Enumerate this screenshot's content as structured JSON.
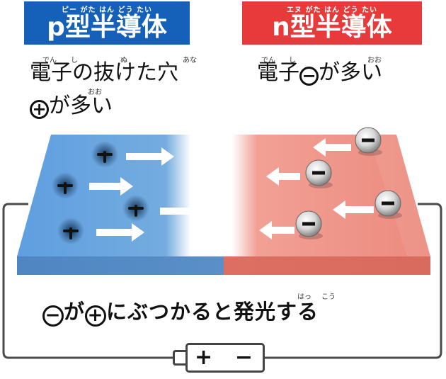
{
  "p_banner": {
    "ruby": "ピー がた はん どう たい",
    "title": "p型半導体"
  },
  "n_banner": {
    "ruby": "エヌ がた はん どう たい",
    "title": "n型半導体"
  },
  "p_desc": {
    "ruby_den": "でん",
    "ruby_shi": "し",
    "ruby_nu": "ぬ",
    "ruby_ana": "あな",
    "ruby_oo": "おお",
    "line1": "電子の抜けた穴",
    "plus_symbol": "+",
    "line2": "が多い"
  },
  "n_desc": {
    "ruby_den": "でん",
    "ruby_shi": "し",
    "ruby_oo": "おお",
    "text_a": "電子",
    "minus_symbol": "−",
    "text_b": "が多い"
  },
  "message": {
    "minus_symbol": "−",
    "part1": "が",
    "plus_symbol": "+",
    "part2": "にぶつかると発光する",
    "ruby_hatsu": "はっ",
    "ruby_kou": "こう"
  },
  "battery": {
    "plus": "+",
    "minus": "−"
  },
  "colors": {
    "p_blue": "#1561ba",
    "n_red": "#e8393b",
    "p_slab": "#6aa6e0",
    "n_slab": "#ee8d80",
    "p_side": "#4f86c2",
    "n_side": "#dd6f63"
  }
}
